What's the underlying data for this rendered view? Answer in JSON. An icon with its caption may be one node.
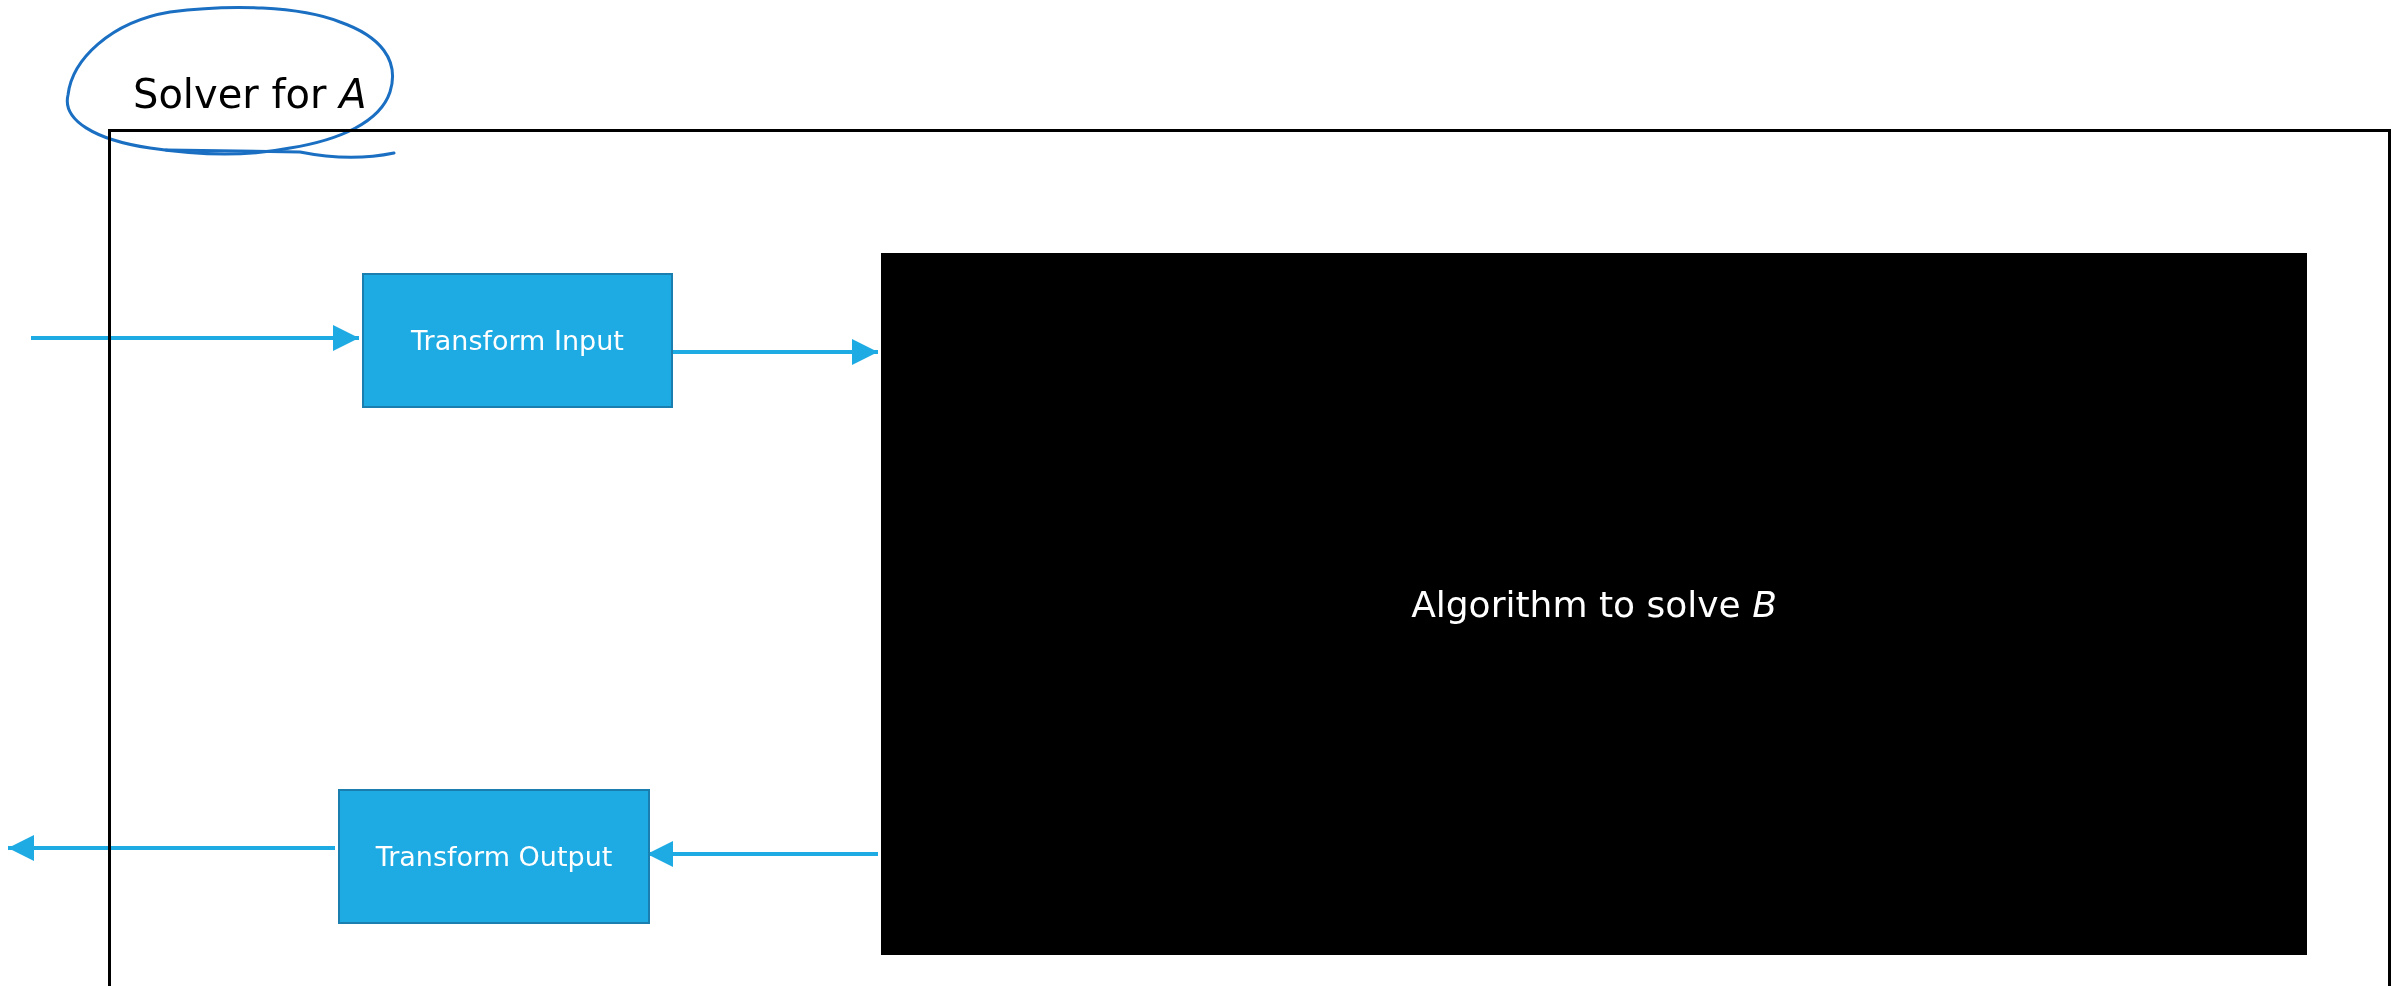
{
  "diagram": {
    "nodes": [
      {
        "text": [
          "Solver for *A*"
        ]
      },
      {
        "text": [
          "Transform Input"
        ],
        "in": 0
      },
      {
        "text": [
          "Algorithm to solve *B*"
        ],
        "in": 0
      },
      {
        "text": [
          "Transform Output"
        ],
        "in": 0
      }
    ],
    "edges": [
      {
        "from": null,
        "to": 1,
        "arrow": "to"
      },
      {
        "from": 1,
        "to": 2,
        "arrow": "to"
      },
      {
        "from": 2,
        "to": 3,
        "arrow": "to"
      },
      {
        "from": 3,
        "to": null,
        "arrow": "to"
      }
    ]
  }
}
